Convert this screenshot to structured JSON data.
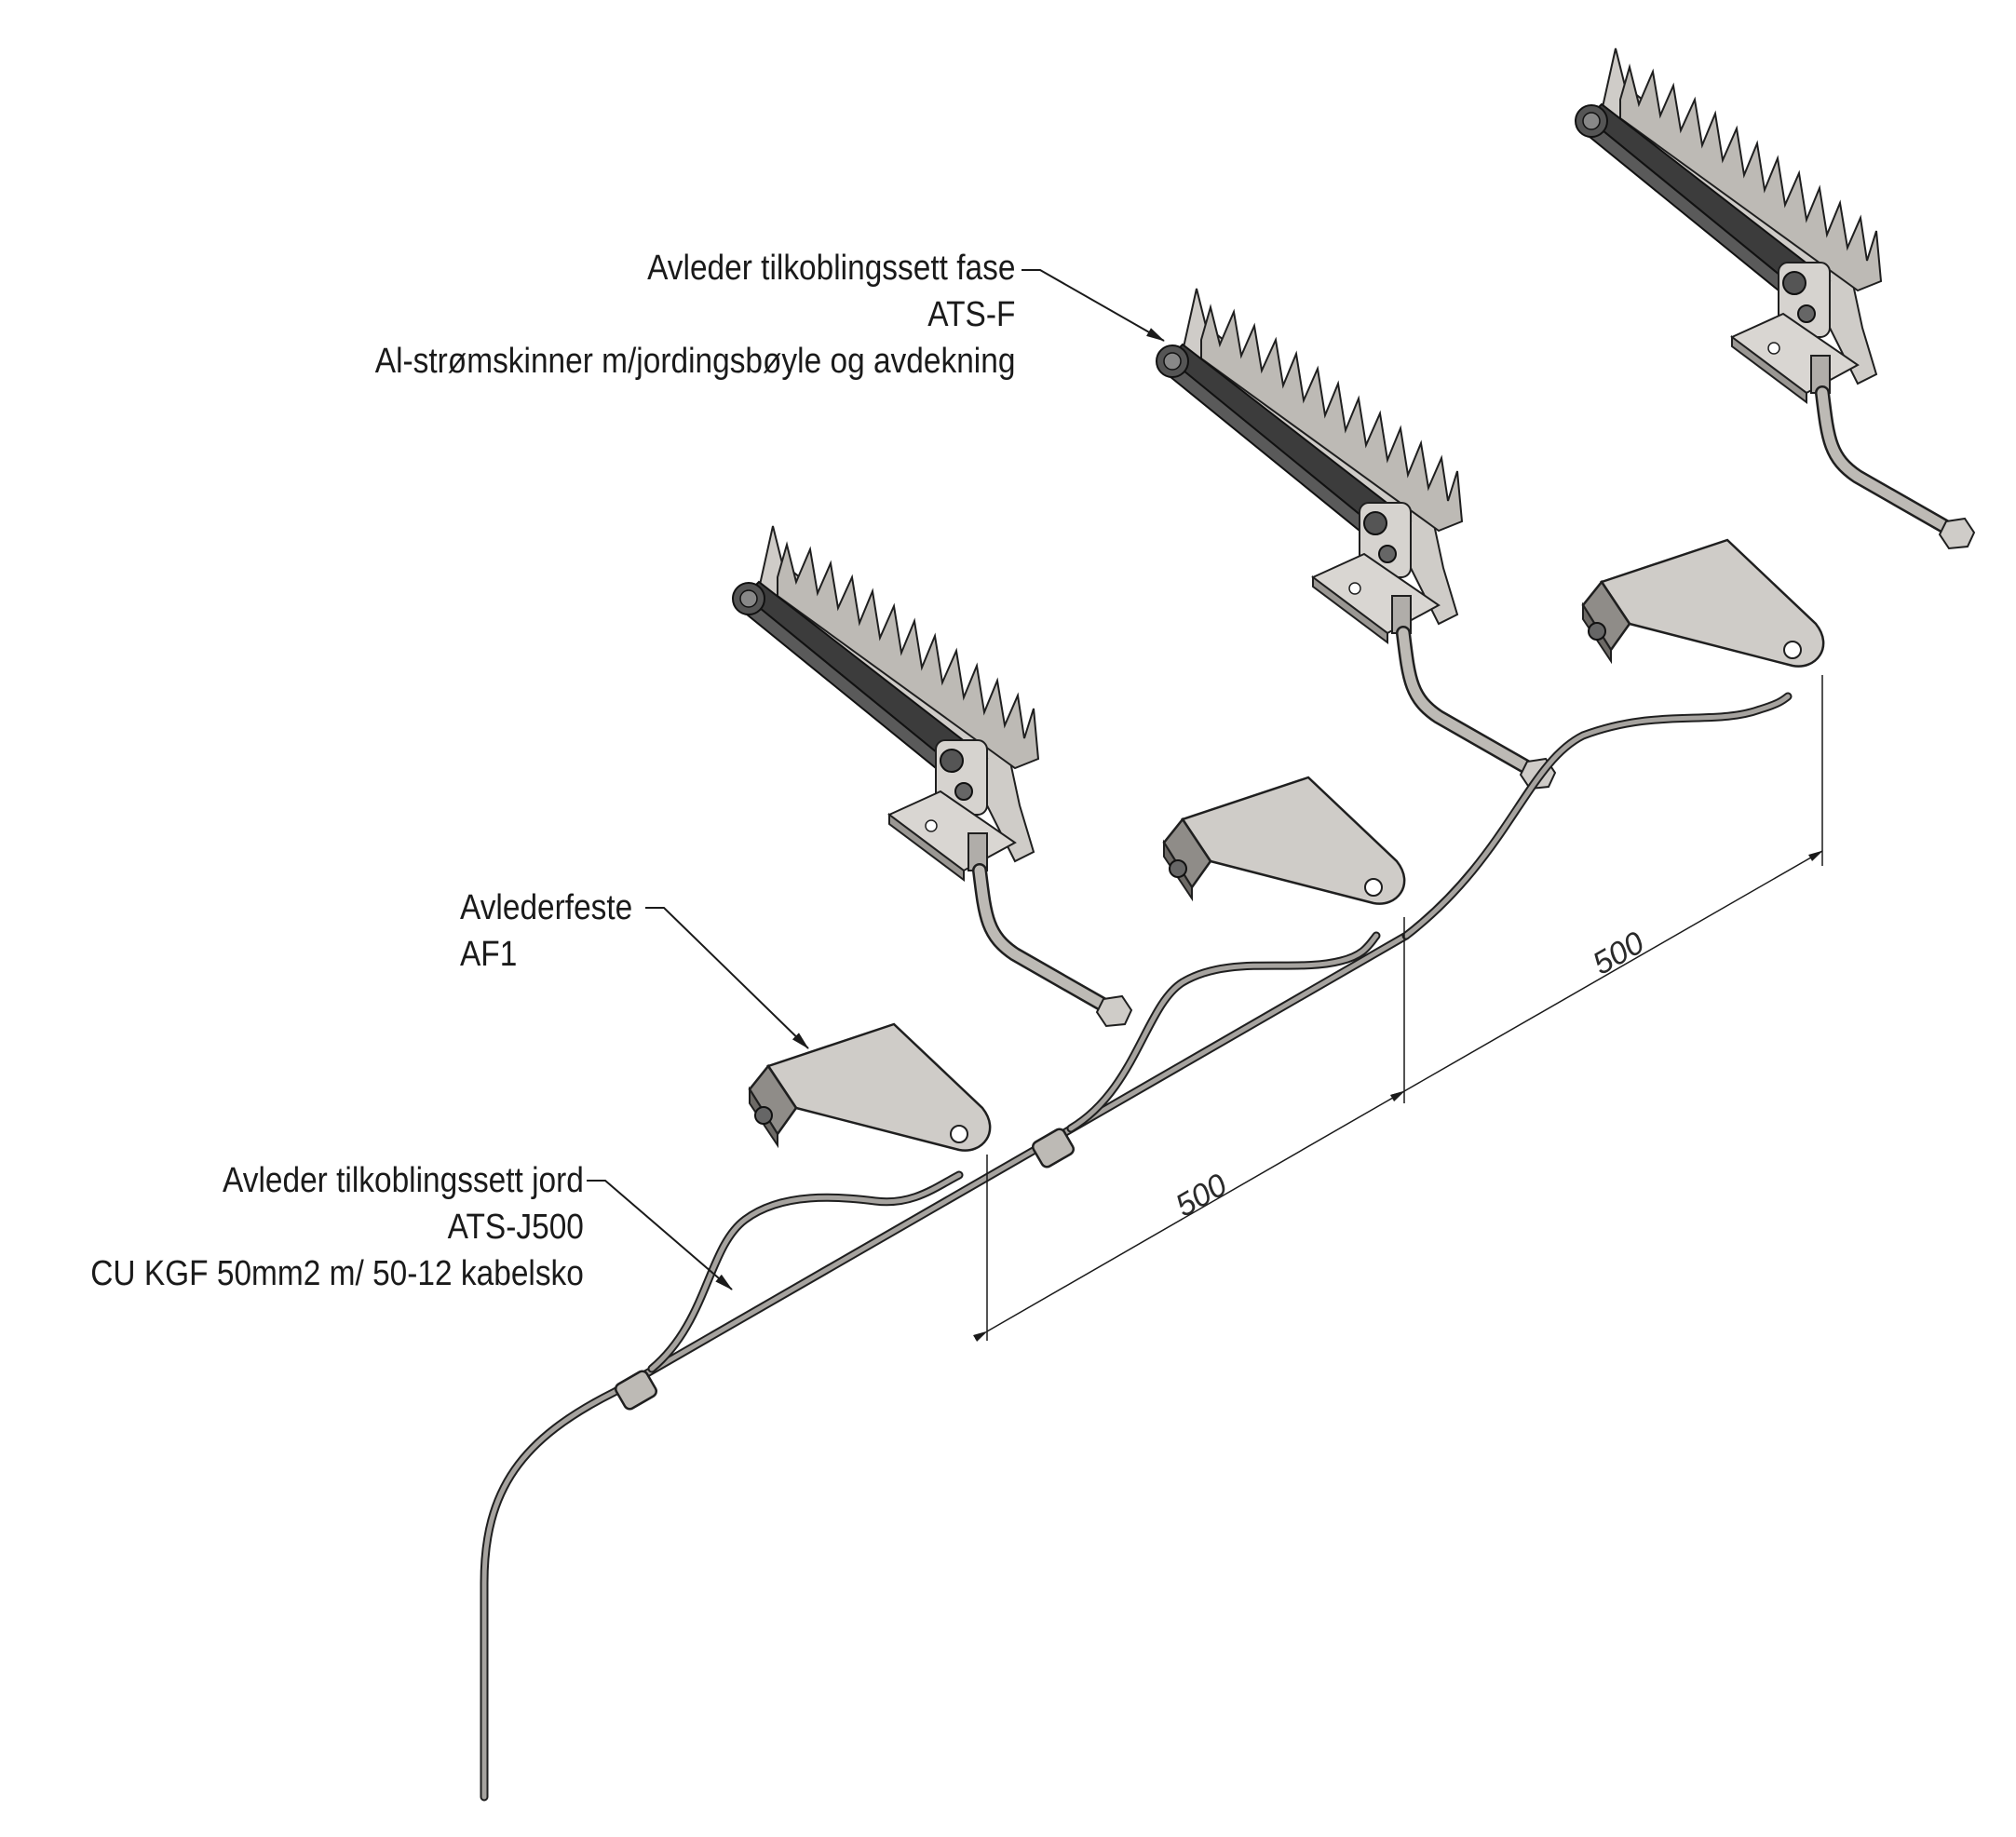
{
  "callouts": {
    "phase": {
      "line1": "Avleder tilkoblingssett fase",
      "line2": "ATS-F",
      "line3": "Al-strømskinner m/jordingsbøyle og avdekning"
    },
    "bracket": {
      "line1": "Avlederfeste",
      "line2": "AF1"
    },
    "earth": {
      "line1": "Avleder tilkoblingssett jord",
      "line2": "ATS-J500",
      "line3": "CU KGF 50mm2 m/ 50-12 kabelsko"
    }
  },
  "dimensions": {
    "spacing_1": "500",
    "spacing_2": "500"
  },
  "colors": {
    "metal_light": "#c9c6c2",
    "metal_dark": "#4a4a4a",
    "edge": "#1f1f1f",
    "cable": "#8c8c8c"
  }
}
